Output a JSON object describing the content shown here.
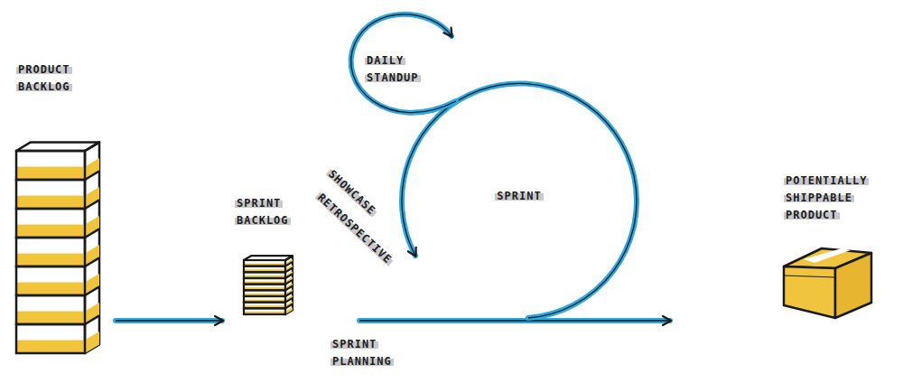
{
  "diagram": {
    "nodes": [
      {
        "text": [
          "PRODUCT BACKLOG"
        ]
      },
      {
        "text": [
          "SPRINT BACKLOG"
        ]
      },
      {
        "text": [
          "SPRINT"
        ]
      },
      {
        "text": [
          "DAILY STANDUP"
        ]
      },
      {
        "text": [
          "POTENTIALLY SHIPPABLE PRODUCT"
        ]
      }
    ],
    "edges": [
      {
        "from": 0,
        "to": 1,
        "arrow": "to"
      }
    ],
    "labels": [
      "SHOWCASE",
      "RETROSPECTIVE",
      "SPRINT PLANNING"
    ]
  }
}
